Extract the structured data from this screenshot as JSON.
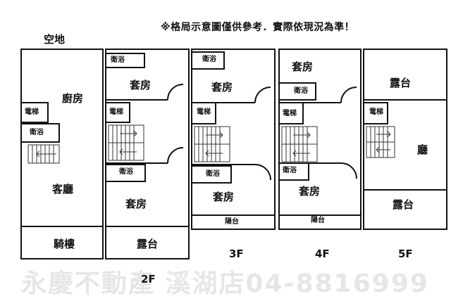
{
  "header": {
    "note": "※格局示意圖僅供參考．實際依現況為準！",
    "empty_land": "空地"
  },
  "floors": {
    "f1": {
      "kitchen": "廚房",
      "elevator": "電梯",
      "bathroom": "衛浴",
      "living_room": "客廳",
      "arcade": "騎樓"
    },
    "f2": {
      "label": "2F",
      "bathroom_top": "衛浴",
      "suite_top": "套房",
      "elevator": "電梯",
      "bathroom_mid": "衛浴",
      "suite_bottom": "套房",
      "terrace": "露台"
    },
    "f3": {
      "label": "3F",
      "bathroom_top": "衛浴",
      "suite_top": "套房",
      "elevator": "電梯",
      "bathroom_mid": "衛浴",
      "suite_bottom": "套房",
      "balcony": "陽台"
    },
    "f4": {
      "label": "4F",
      "suite_top": "套房",
      "bathroom_top": "衛浴",
      "elevator": "電梯",
      "bathroom_mid": "衛浴",
      "suite_bottom": "套房",
      "balcony": "陽台"
    },
    "f5": {
      "label": "5F",
      "terrace_top": "露台",
      "elevator": "電梯",
      "hall": "廳",
      "terrace_bottom": "露台"
    }
  },
  "watermark": "永慶不動產 溪湖店04-8816999"
}
